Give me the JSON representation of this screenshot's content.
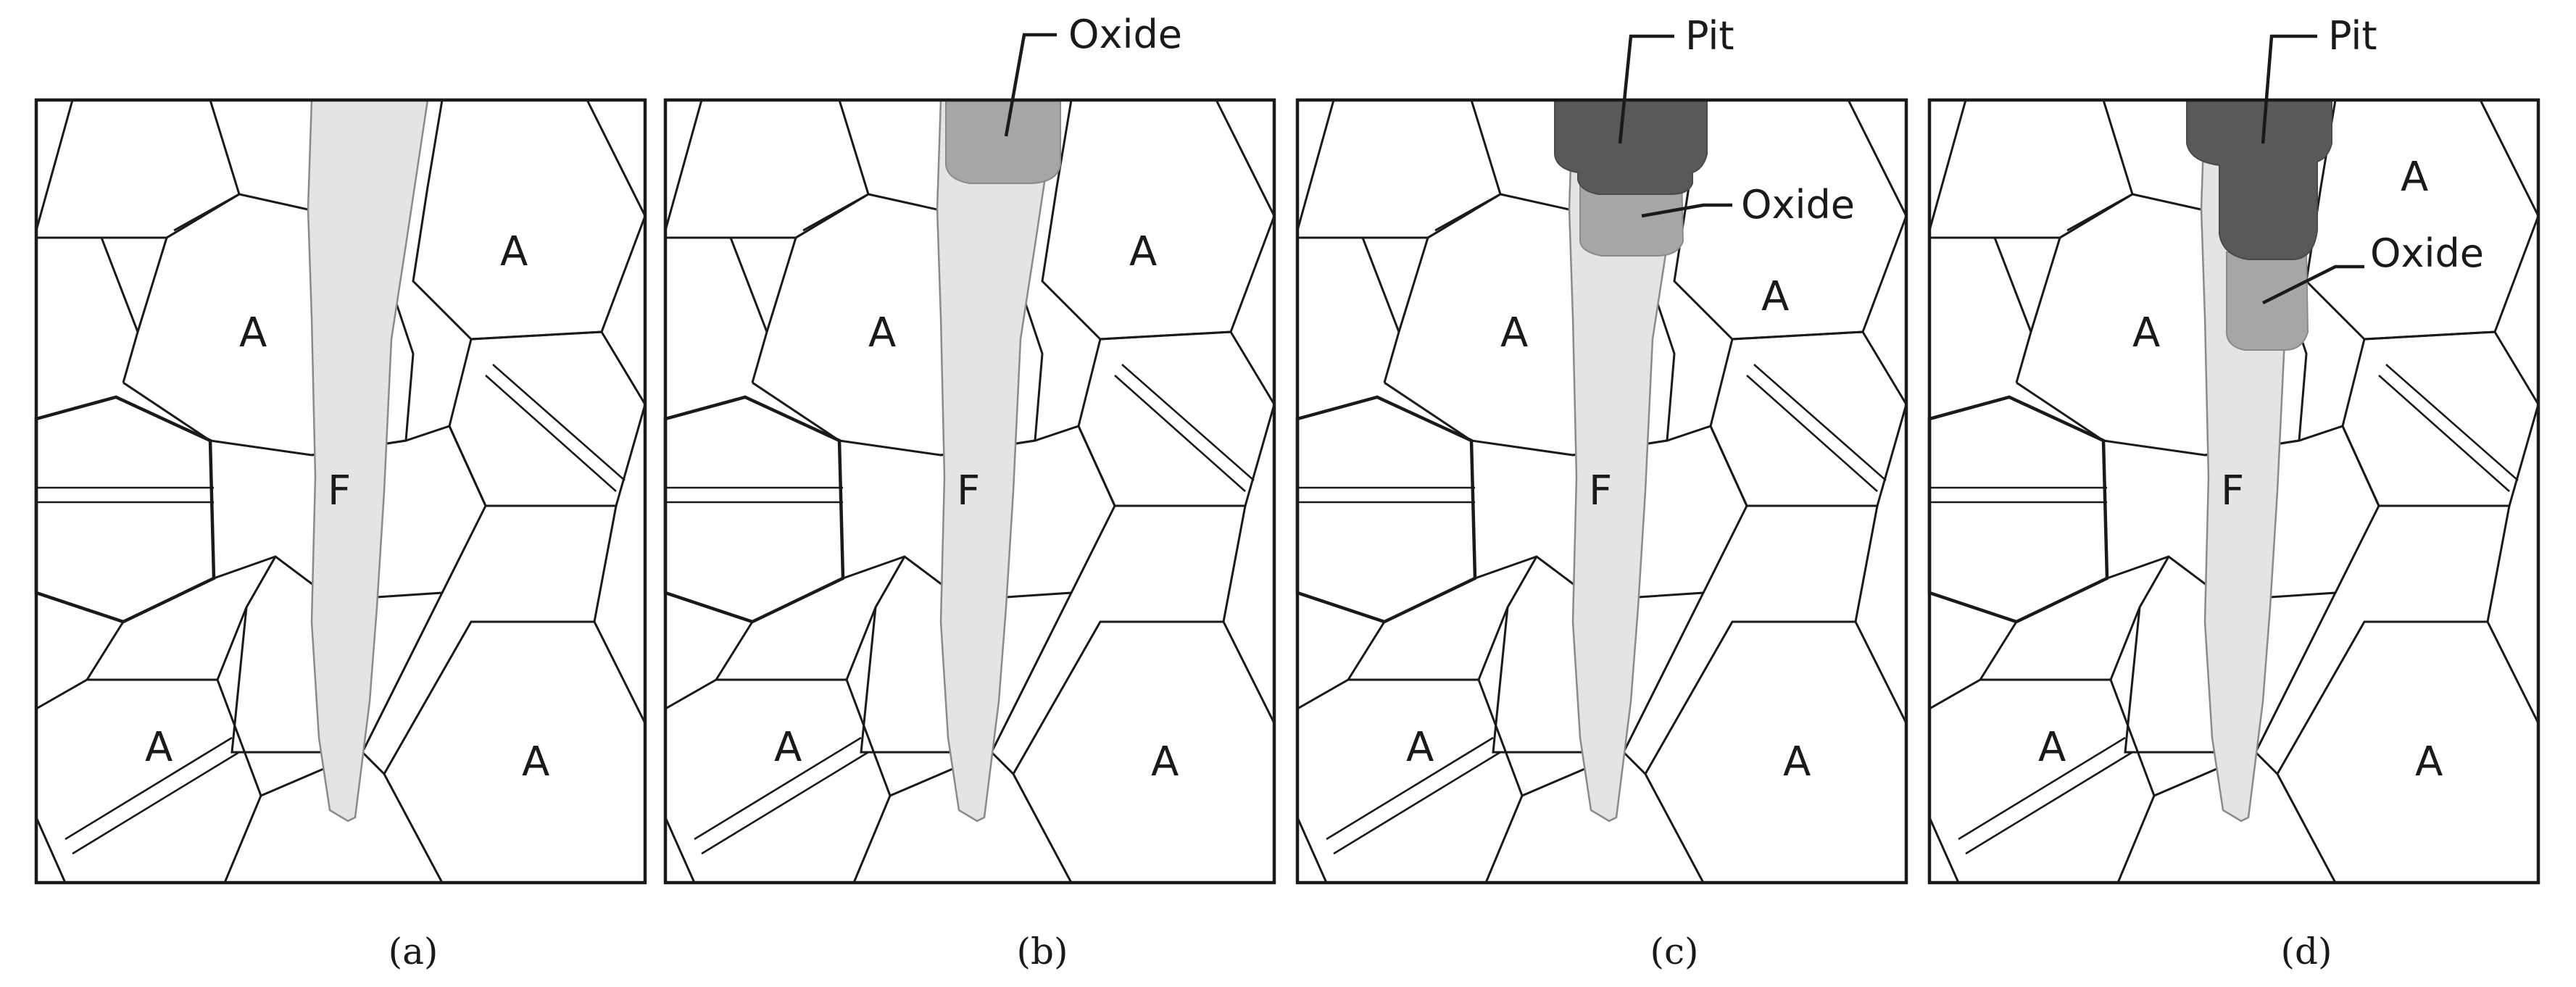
{
  "panels": [
    {
      "caption": "(a)",
      "phase_labels": {
        "austenite": "A",
        "ferrite": "F"
      },
      "callouts": {}
    },
    {
      "caption": "(b)",
      "phase_labels": {
        "austenite": "A",
        "ferrite": "F"
      },
      "callouts": {
        "oxide": "Oxide"
      }
    },
    {
      "caption": "(c)",
      "phase_labels": {
        "austenite": "A",
        "ferrite": "F"
      },
      "callouts": {
        "pit": "Pit",
        "oxide": "Oxide"
      }
    },
    {
      "caption": "(d)",
      "phase_labels": {
        "austenite": "A",
        "ferrite": "F"
      },
      "callouts": {
        "pit": "Pit",
        "oxide": "Oxide"
      }
    }
  ],
  "colors": {
    "ferrite": "#e4e4e4",
    "oxide": "#a6a6a6",
    "pit": "#595959",
    "line": "#1a1a1a",
    "background": "#ffffff"
  }
}
